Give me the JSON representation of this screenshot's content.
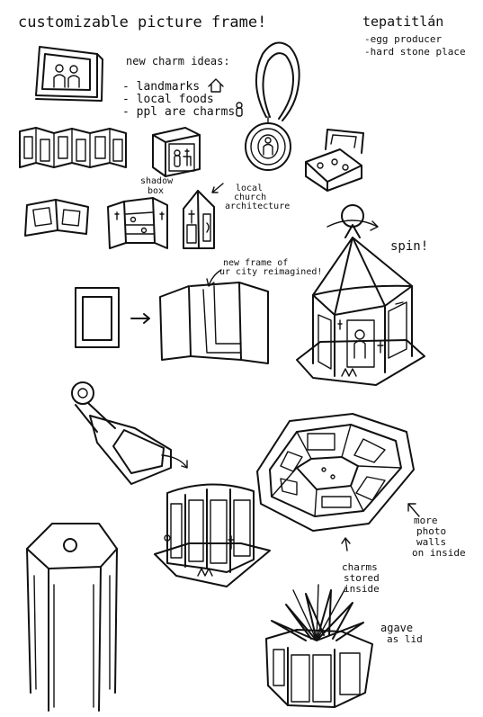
{
  "title": "customizable picture frame!",
  "place": {
    "name": "tepatitlán",
    "facts": [
      "-egg producer",
      "-hard stone place"
    ]
  },
  "charm_ideas": {
    "heading": "new charm ideas:",
    "items": [
      "- landmarks",
      "- local foods",
      "- ppl are charms"
    ]
  },
  "labels": {
    "shadow_box": [
      "shadow",
      "box"
    ],
    "church": [
      "local",
      "church",
      "architecture"
    ],
    "new_frame": [
      "new frame of",
      "ur city reimagined!"
    ],
    "spin": "spin!",
    "photo_walls": [
      "more",
      "photo",
      "walls",
      "on inside"
    ],
    "charms_stored": [
      "charms",
      "stored",
      "inside"
    ],
    "agave": [
      "agave",
      "as lid"
    ]
  }
}
